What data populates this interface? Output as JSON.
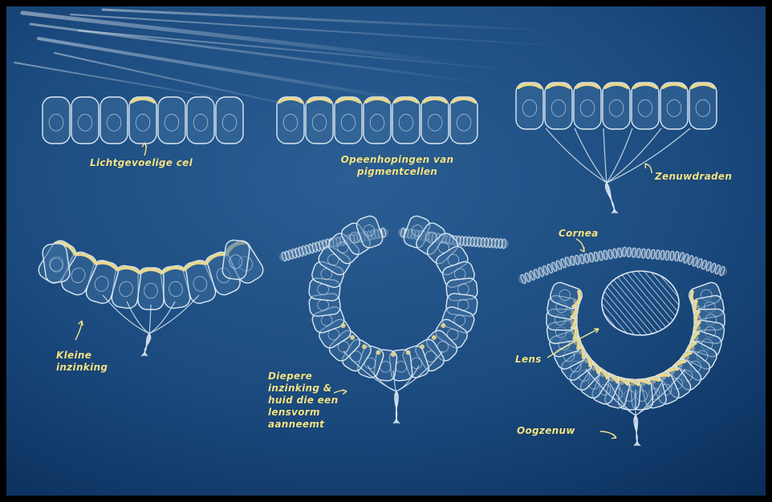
{
  "colors": {
    "background_light": "#2b5f94",
    "background_dark": "#0a2d5a",
    "chalk": "#dbe8f2",
    "pigment": "#e8d890",
    "label": "#f3e48a",
    "frame": "#000000"
  },
  "labels": {
    "light_sensitive_cell": "Lichtgevoelige cel",
    "pigment_cells": "Opeenhopingen van\npigmentcellen",
    "nerve_fibers": "Zenuwdraden",
    "cornea": "Cornea",
    "small_indentation": "Kleine\ninzinking",
    "deeper_indentation": "Diepere\ninzinking &\nhuid die een\nlensvorm\naanneemt",
    "lens": "Lens",
    "optic_nerve": "Oogzenuw"
  },
  "stages": [
    {
      "id": 1,
      "shape": "flat cell layer",
      "pigment": "single cell"
    },
    {
      "id": 2,
      "shape": "flat cell layer",
      "pigment": "all cells"
    },
    {
      "id": 3,
      "shape": "flat cell layer with nerve fibers",
      "pigment": "all cells"
    },
    {
      "id": 4,
      "shape": "shallow cup",
      "pigment": "inner cells"
    },
    {
      "id": 5,
      "shape": "deep cup covered by skin",
      "pigment": "inner cells"
    },
    {
      "id": 6,
      "shape": "closed eye with cornea and lens",
      "pigment": "inner cells"
    }
  ]
}
